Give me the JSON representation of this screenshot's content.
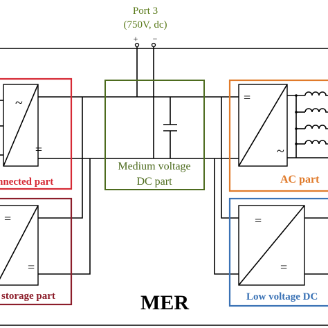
{
  "port": {
    "name": "Port 3",
    "spec": "(750V, dc)",
    "plus": "+",
    "minus": "−"
  },
  "parts": {
    "grid_connected": {
      "label": "nnected part",
      "color": "#d62a35"
    },
    "storage": {
      "label": "storage part",
      "color": "#8c1d2a"
    },
    "medium_voltage": {
      "line1": "Medium voltage",
      "line2": "DC part",
      "color": "#4d6b1e"
    },
    "ac": {
      "label": "AC part",
      "color": "#e07a2a"
    },
    "low_voltage": {
      "label": "Low voltage DC",
      "color": "#3a72b5"
    }
  },
  "system_label": "MER",
  "converter_symbols": {
    "ac": "~",
    "dc": "="
  },
  "colors": {
    "port_text": "#5a7a1a",
    "wire": "#000000"
  }
}
